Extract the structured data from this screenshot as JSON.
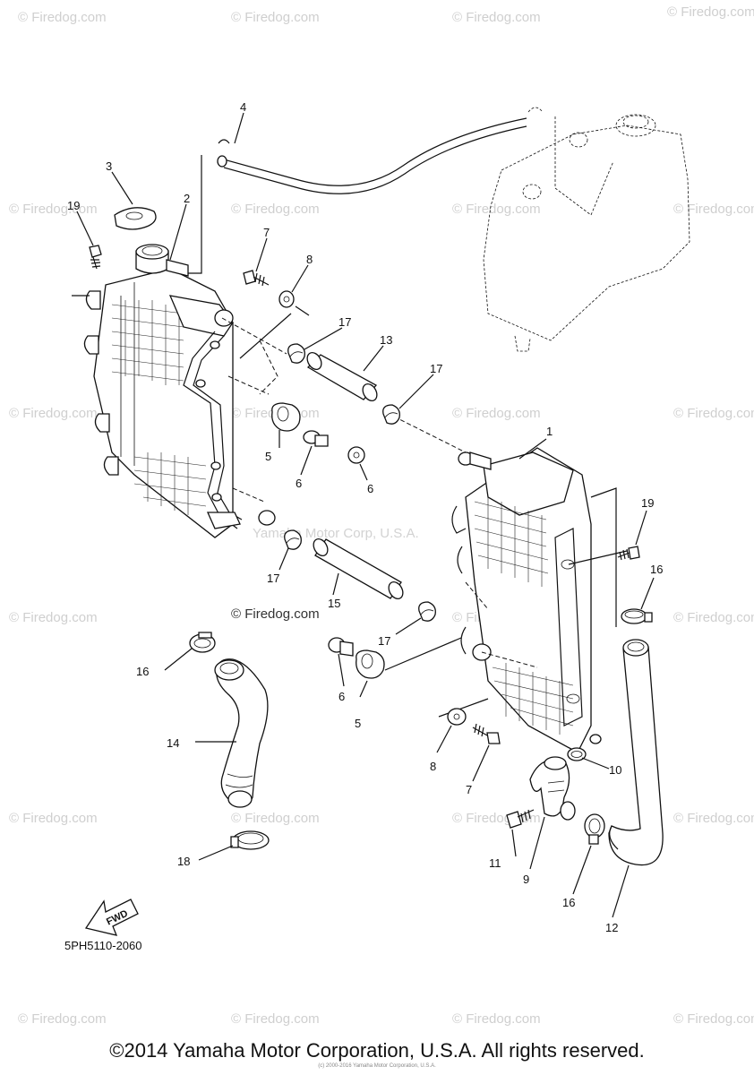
{
  "diagram_code": "5PH5110-2060",
  "fwd_label": "FWD",
  "copyright": "©2014 Yamaha Motor Corporation, U.S.A. All rights reserved.",
  "small_note": "(c) 2000-2016 Yamaha Motor Corporation, U.S.A.",
  "watermark_text": "© Firedog.com",
  "watermark_center": "© Firedog.com",
  "watermark_yamaha": "Yamaha Motor Corp, U.S.A.",
  "callouts": {
    "c1": "1",
    "c2": "2",
    "c3": "3",
    "c4": "4",
    "c5a": "5",
    "c5b": "5",
    "c6a": "6",
    "c6b": "6",
    "c6c": "6",
    "c7a": "7",
    "c7b": "7",
    "c8a": "8",
    "c8b": "8",
    "c9": "9",
    "c10": "10",
    "c11": "11",
    "c12": "12",
    "c13": "13",
    "c14": "14",
    "c15": "15",
    "c16a": "16",
    "c16b": "16",
    "c16c": "16",
    "c17a": "17",
    "c17b": "17",
    "c17c": "17",
    "c17d": "17",
    "c18": "18",
    "c19a": "19",
    "c19b": "19"
  },
  "colors": {
    "ink": "#111111",
    "watermark": "#cfcfcf"
  }
}
